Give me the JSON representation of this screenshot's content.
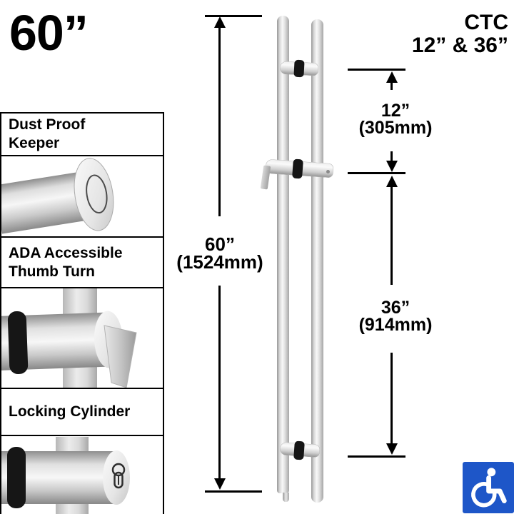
{
  "header": {
    "size_label": "60”",
    "ctc_title_line1": "CTC",
    "ctc_title_line2": "12” & 36”"
  },
  "features_panel": {
    "items": [
      {
        "label_line1": "Dust Proof",
        "label_line2": "Keeper",
        "image": "dust-proof-keeper-photo"
      },
      {
        "label_line1": "ADA Accessible",
        "label_line2": "Thumb Turn",
        "image": "ada-thumb-turn-photo"
      },
      {
        "label_line1": "Locking Cylinder",
        "image": "locking-cylinder-photo"
      }
    ]
  },
  "dimensions": {
    "overall": {
      "inches": "60”",
      "mm": "(1524mm)"
    },
    "ctc_upper": {
      "inches": "12”",
      "mm": "(305mm)"
    },
    "ctc_lower": {
      "inches": "36”",
      "mm": "(914mm)"
    }
  },
  "badge": {
    "icon": "wheelchair-accessibility-icon",
    "color": "#1e56c8"
  },
  "colors": {
    "line": "#000000",
    "gasket": "#151515",
    "metal_highlight": "#f8f8f8",
    "metal_shadow": "#979797",
    "background": "#ffffff"
  }
}
